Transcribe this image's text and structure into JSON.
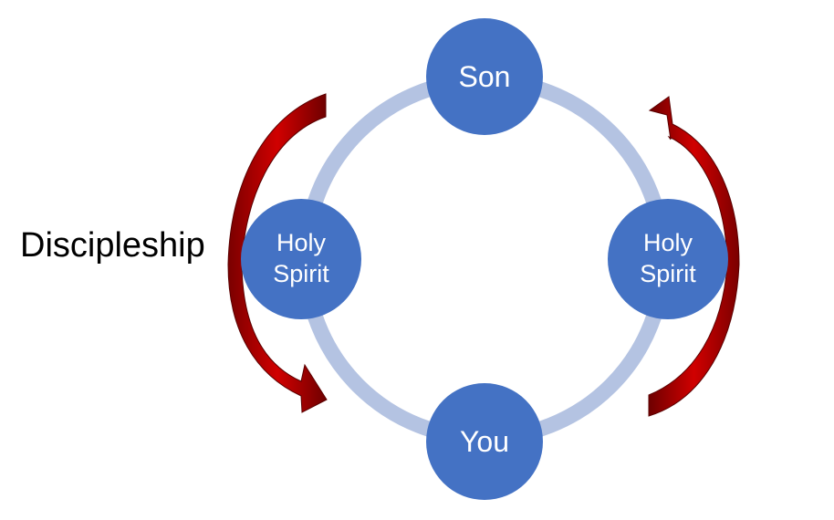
{
  "label": "Discipleship",
  "nodes": {
    "top": "Son",
    "bottom": "You",
    "left": {
      "line1": "Holy",
      "line2": "Spirit"
    },
    "right": {
      "line1": "Holy",
      "line2": "Spirit"
    }
  },
  "colors": {
    "node_fill": "#4472C4",
    "ring": "#B4C3E2",
    "arrow_dark": "#8B0000",
    "arrow_light": "#D40000",
    "text_on_node": "#FFFFFF"
  }
}
